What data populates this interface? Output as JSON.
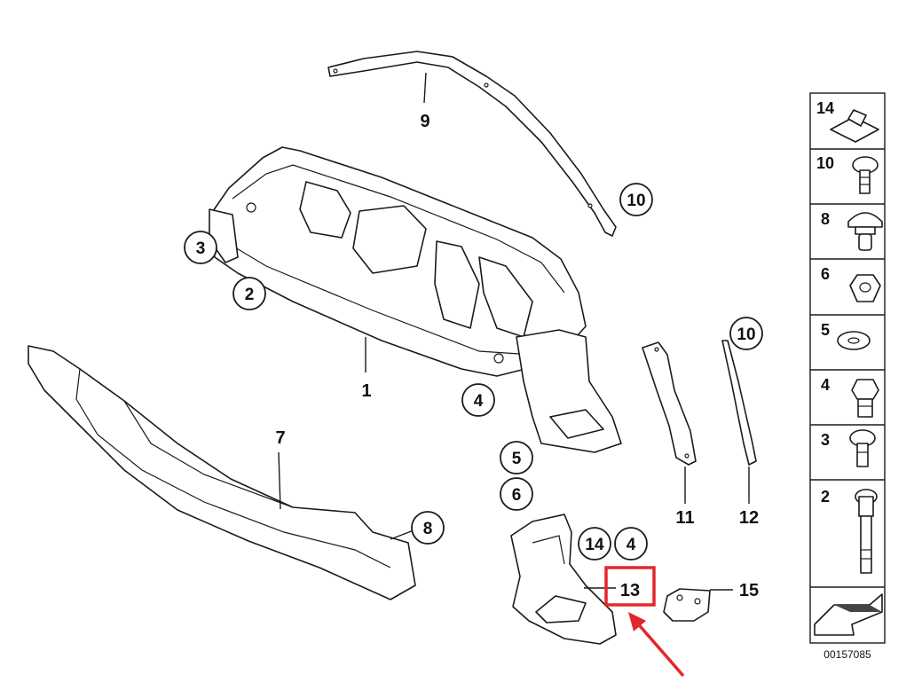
{
  "callouts": {
    "c1": "1",
    "c2": "2",
    "c3": "3",
    "c4a": "4",
    "c4b": "4",
    "c5": "5",
    "c6": "6",
    "c7": "7",
    "c8": "8",
    "c9": "9",
    "c10a": "10",
    "c10b": "10",
    "c11": "11",
    "c12": "12",
    "c13": "13",
    "c14": "14",
    "c15": "15"
  },
  "legend": [
    "14",
    "10",
    "8",
    "6",
    "5",
    "4",
    "3",
    "2"
  ],
  "diagram_id": "00157085",
  "highlight": {
    "target": "13",
    "color": "#e3262b"
  }
}
